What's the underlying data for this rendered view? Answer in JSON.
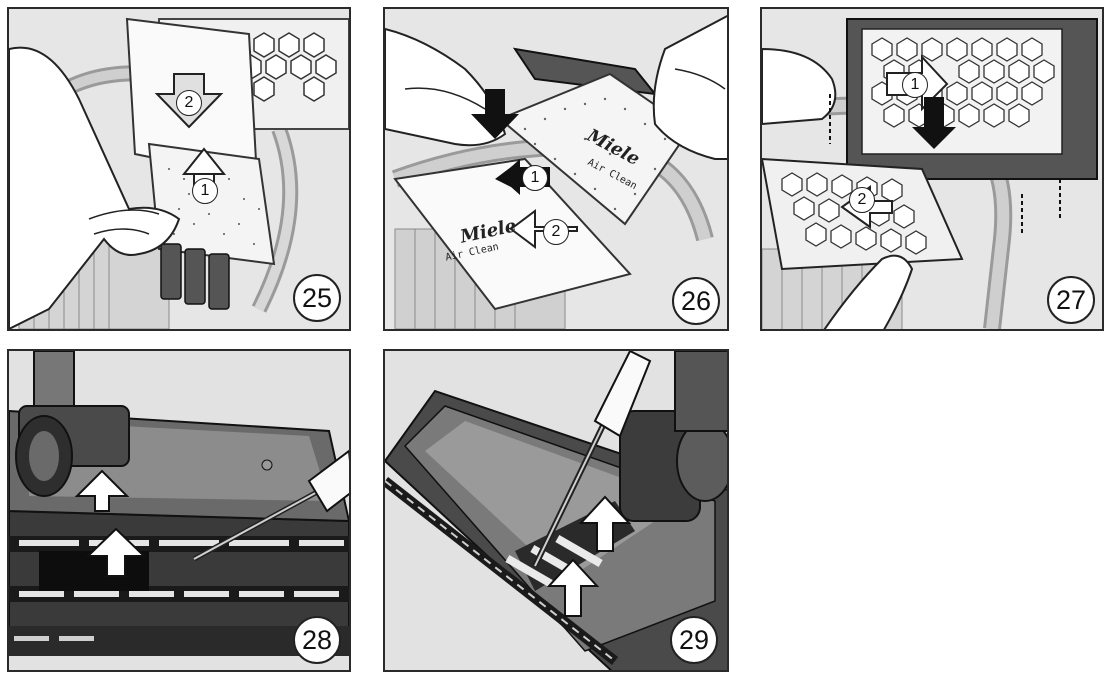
{
  "figures": [
    {
      "number": "25",
      "steps": [
        "2",
        "1"
      ]
    },
    {
      "number": "26",
      "steps": [
        "1",
        "2"
      ],
      "brand": "Miele",
      "product": "Air Clean"
    },
    {
      "number": "27",
      "steps": [
        "1",
        "2"
      ]
    },
    {
      "number": "28"
    },
    {
      "number": "29"
    }
  ],
  "icons": [
    "hand-icon",
    "filter-icon",
    "arrow-icon",
    "screwdriver-icon",
    "floorhead-icon"
  ]
}
